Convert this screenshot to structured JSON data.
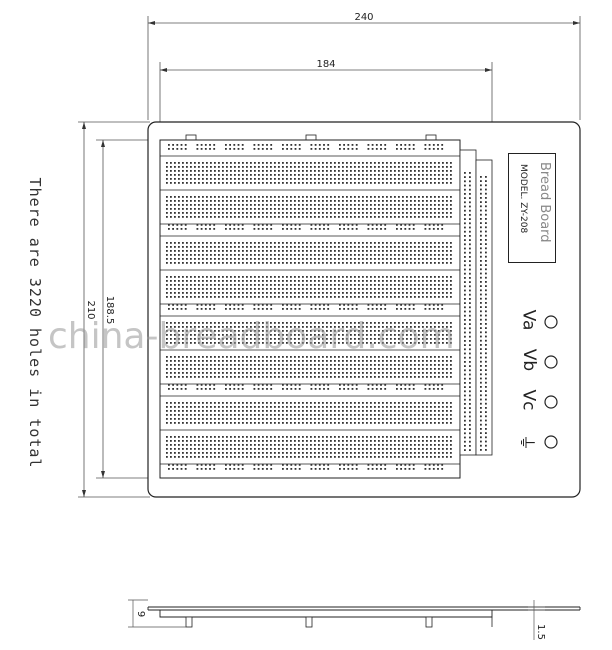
{
  "dimensions": {
    "overall_width": "240",
    "inner_width": "184",
    "overall_height": "210",
    "inner_height": "188.5",
    "side_height": "9",
    "side_thickness": "1.5"
  },
  "note": "There are 3220 holes in total",
  "label": {
    "title": "Bread Board",
    "model": "MODEL. ZY-208"
  },
  "terminals": [
    "Va",
    "Vb",
    "Vc"
  ],
  "ground_symbol": "⏚",
  "watermark": "china-breadboard.com",
  "colors": {
    "line": "#222222",
    "hole": "#333333",
    "watermark": "#9a9a9a"
  }
}
